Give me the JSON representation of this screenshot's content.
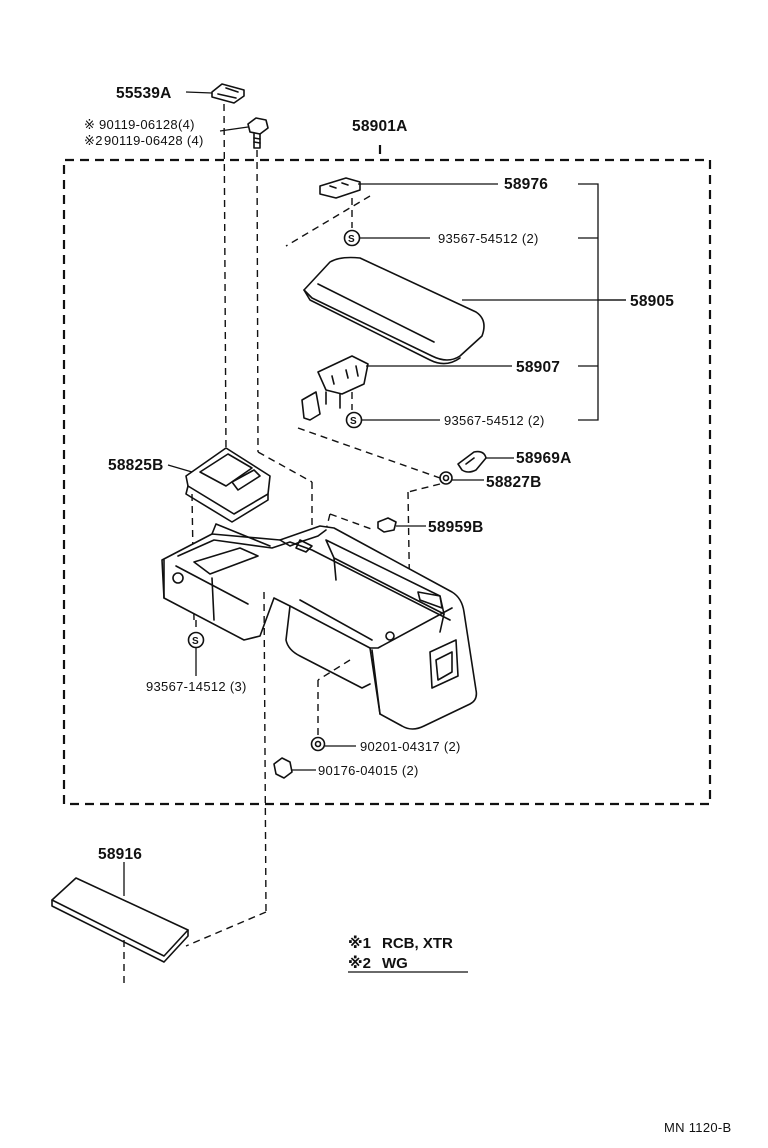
{
  "diagram": {
    "parts": {
      "p55539A": "55539A",
      "p90119_06128": "90119-06128(4)",
      "p90119_06428": "90119-06428 (4)",
      "p58901A": "58901A",
      "p58976": "58976",
      "p93567_54512_a": "93567-54512 (2)",
      "p58905": "58905",
      "p58907": "58907",
      "p93567_54512_b": "93567-54512 (2)",
      "p58969A": "58969A",
      "p58827B": "58827B",
      "p58825B": "58825B",
      "p58959B": "58959B",
      "p93567_14512": "93567-14512 (3)",
      "p90201_04317": "90201-04317 (2)",
      "p90176_04015": "90176-04015 (2)",
      "p58916": "58916"
    },
    "markers": {
      "mark1": "※",
      "mark2": "※2",
      "screw_s": "S"
    },
    "notes": {
      "note1_mark": "※1",
      "note1_text": "RCB, XTR",
      "note2_mark": "※2",
      "note2_text": "WG"
    },
    "footer": {
      "code": "MN 1120-B"
    }
  }
}
